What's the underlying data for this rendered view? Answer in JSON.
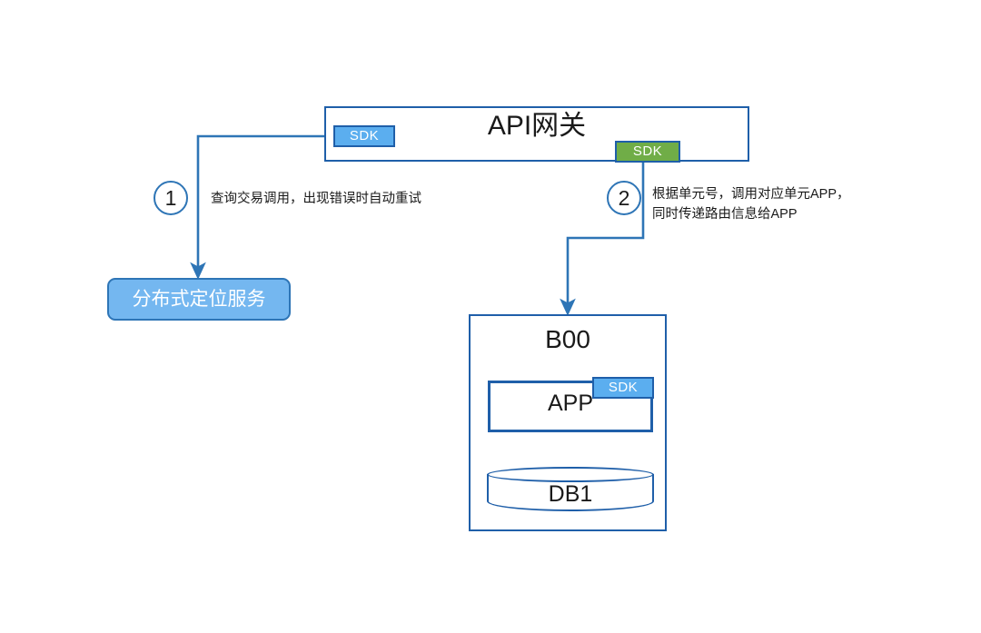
{
  "diagram": {
    "title_hidden": "",
    "colors": {
      "line_blue": "#2E75B6",
      "border_blue": "#1F5FA9",
      "sdk_blue": "#5BAEEF",
      "sdk_green": "#70AD47",
      "service_fill": "#74B7F0"
    },
    "api_gateway": {
      "label": "API网关",
      "sdk_left_label": "SDK",
      "sdk_right_label": "SDK"
    },
    "steps": [
      {
        "number": "1",
        "text": "查询交易调用，出现错误时自动重试"
      },
      {
        "number": "2",
        "text": "根据单元号，调用对应单元APP，\n同时传递路由信息给APP"
      }
    ],
    "location_service": {
      "label": "分布式定位服务"
    },
    "unit": {
      "label": "B00",
      "app": {
        "label": "APP",
        "sdk_label": "SDK"
      },
      "database": {
        "label": "DB1"
      }
    }
  }
}
